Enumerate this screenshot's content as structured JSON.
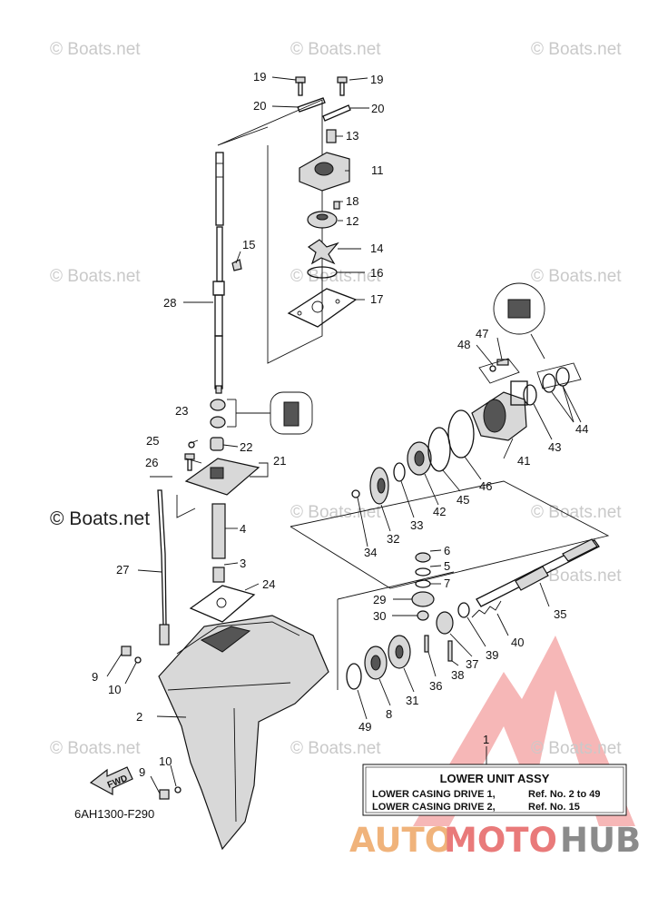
{
  "watermarks": [
    "© Boats.net",
    "© Boats.net",
    "© Boats.net",
    "© Boats.net",
    "© Boats.net",
    "© Boats.net",
    "© Boats.net",
    "© Boats.net",
    "© Boats.net",
    "© Boats.net",
    "© Boats.net",
    "© Boats.net"
  ],
  "watermark_large": "© Boats.net",
  "part_labels": [
    "19",
    "19",
    "20",
    "20",
    "13",
    "11",
    "18",
    "12",
    "15",
    "14",
    "16",
    "28",
    "17",
    "47",
    "48",
    "23",
    "25",
    "22",
    "21",
    "26",
    "44",
    "43",
    "41",
    "46",
    "45",
    "42",
    "33",
    "32",
    "34",
    "4",
    "27",
    "6",
    "5",
    "7",
    "3",
    "24",
    "29",
    "30",
    "35",
    "40",
    "39",
    "37",
    "38",
    "36",
    "31",
    "9",
    "10",
    "8",
    "49",
    "2",
    "10",
    "9",
    "1"
  ],
  "fwd_label": "FWD",
  "drawing_code": "6AH1300-F290",
  "assembly_box": {
    "title": "LOWER UNIT ASSY",
    "line1_name": "LOWER CASING DRIVE 1,",
    "line1_ref": "Ref. No. 2 to 49",
    "line2_name": "LOWER CASING DRIVE 2,",
    "line2_ref": "Ref. No. 15"
  },
  "logo": {
    "part_a": "AUTO",
    "part_b": "MOTO",
    "part_c": "HUB",
    "colors": {
      "auto": "#f0b37b",
      "moto": "#e97a7a",
      "hub": "#8b8b8b"
    }
  }
}
